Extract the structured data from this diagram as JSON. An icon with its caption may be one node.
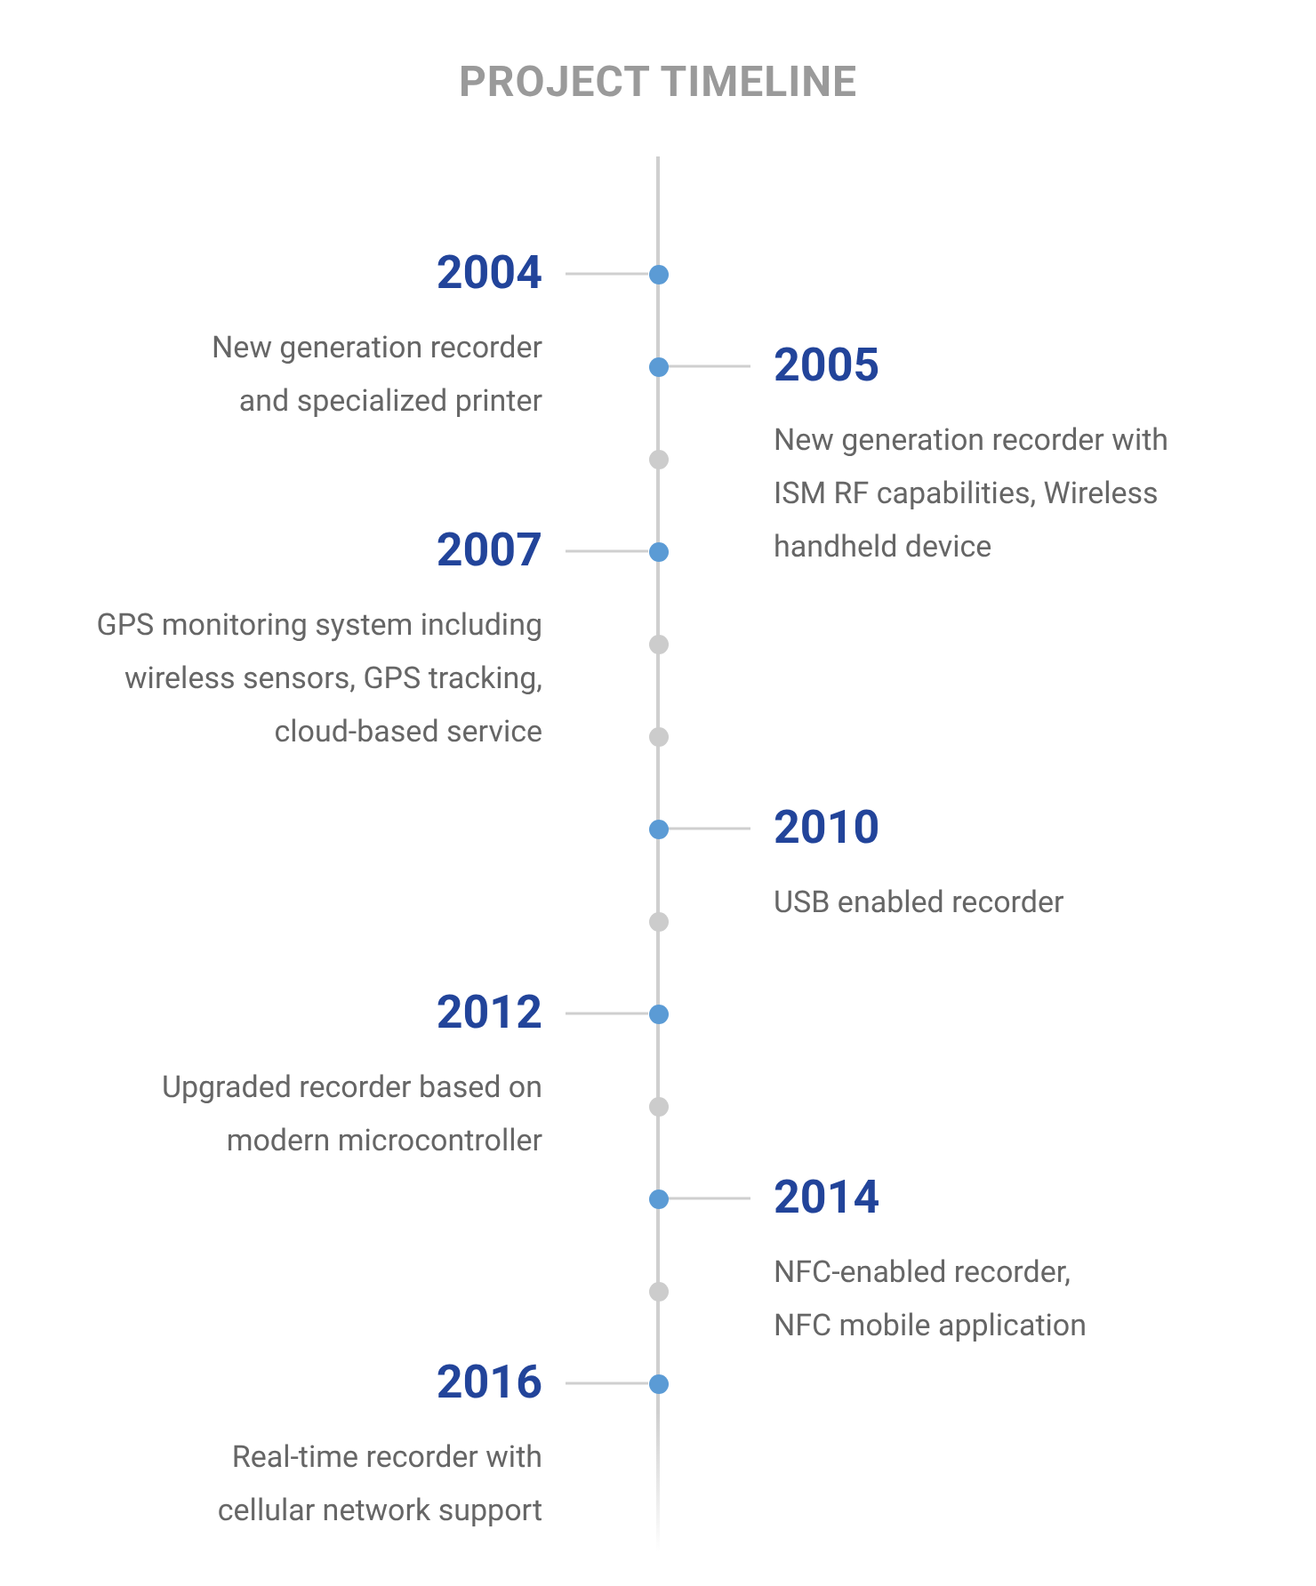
{
  "diagram": {
    "title": "PROJECT TIMELINE",
    "nodes": [
      {
        "text": [
          "2004",
          "New generation recorder and specialized printer"
        ]
      },
      {
        "text": [
          "2005",
          "New generation recorder with ISM RF capabilities, Wireless handheld device"
        ]
      },
      {
        "text": [
          "2007",
          "GPS monitoring system including wireless sensors, GPS tracking, cloud-based service"
        ]
      },
      {
        "text": [
          "2010",
          "USB enabled recorder"
        ]
      },
      {
        "text": [
          "2012",
          "Upgraded recorder based on modern microcontroller"
        ]
      },
      {
        "text": [
          "2014",
          "NFC-enabled recorder, NFC mobile application"
        ]
      },
      {
        "text": [
          "2016",
          "Real-time recorder with cellular network support"
        ]
      },
      {
        "text": [],
        "shape": "circle"
      },
      {
        "text": [],
        "shape": "circle"
      },
      {
        "text": [],
        "shape": "circle"
      },
      {
        "text": [],
        "shape": "circle"
      },
      {
        "text": [],
        "shape": "circle"
      },
      {
        "text": [],
        "shape": "circle"
      },
      {
        "text": [],
        "shape": "circle"
      },
      {
        "text": [],
        "shape": "circle"
      },
      {
        "text": [],
        "shape": "circle"
      },
      {
        "text": [],
        "shape": "circle"
      },
      {
        "text": [],
        "shape": "circle"
      },
      {
        "text": [],
        "shape": "circle"
      },
      {
        "text": [],
        "shape": "circle"
      }
    ],
    "edges": [
      {
        "from": 7,
        "to": 0,
        "arrow": "none"
      },
      {
        "from": 8,
        "to": 1,
        "arrow": "none"
      },
      {
        "from": 10,
        "to": 2,
        "arrow": "none"
      },
      {
        "from": 13,
        "to": 3,
        "arrow": "none"
      },
      {
        "from": 15,
        "to": 4,
        "arrow": "none"
      },
      {
        "from": 17,
        "to": 5,
        "arrow": "none"
      },
      {
        "from": 19,
        "to": 6,
        "arrow": "none"
      }
    ]
  }
}
